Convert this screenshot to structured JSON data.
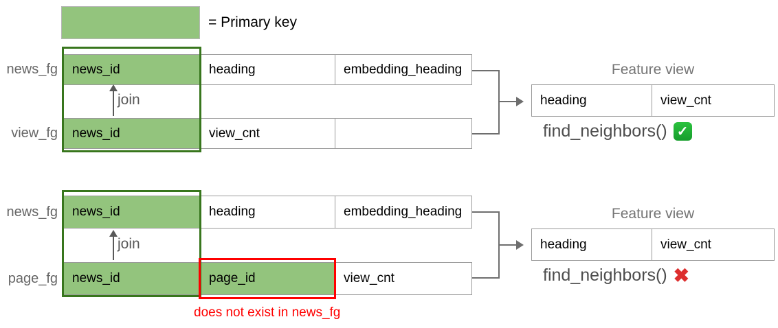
{
  "colors": {
    "primary_key_fill": "#93c47d",
    "pk_outline_green": "#38761d",
    "error_red": "#ff0000",
    "cell_border_gray": "#999999",
    "fg_label_gray": "#666666",
    "title_gray": "#757575",
    "check_green": "#2bc23e",
    "cross_red": "#dd2e2e"
  },
  "legend": {
    "label": "= Primary key"
  },
  "icons": {
    "check": "✓",
    "cross": "✖"
  },
  "sections": [
    {
      "rows": [
        {
          "label": "news_fg",
          "cells": [
            "news_id",
            "heading",
            "embedding_heading"
          ]
        },
        {
          "label": "view_fg",
          "cells": [
            "news_id",
            "view_cnt",
            ""
          ]
        }
      ],
      "join_label": "join",
      "feature_view": {
        "title": "Feature view",
        "columns": [
          "heading",
          "view_cnt"
        ]
      },
      "result_label": "find_neighbors()",
      "result_status": "success",
      "note": ""
    },
    {
      "rows": [
        {
          "label": "news_fg",
          "cells": [
            "news_id",
            "heading",
            "embedding_heading"
          ]
        },
        {
          "label": "page_fg",
          "cells": [
            "news_id",
            "page_id",
            "view_cnt"
          ]
        }
      ],
      "join_label": "join",
      "feature_view": {
        "title": "Feature view",
        "columns": [
          "heading",
          "view_cnt"
        ]
      },
      "result_label": "find_neighbors()",
      "result_status": "failure",
      "note": "does not exist in news_fg"
    }
  ]
}
